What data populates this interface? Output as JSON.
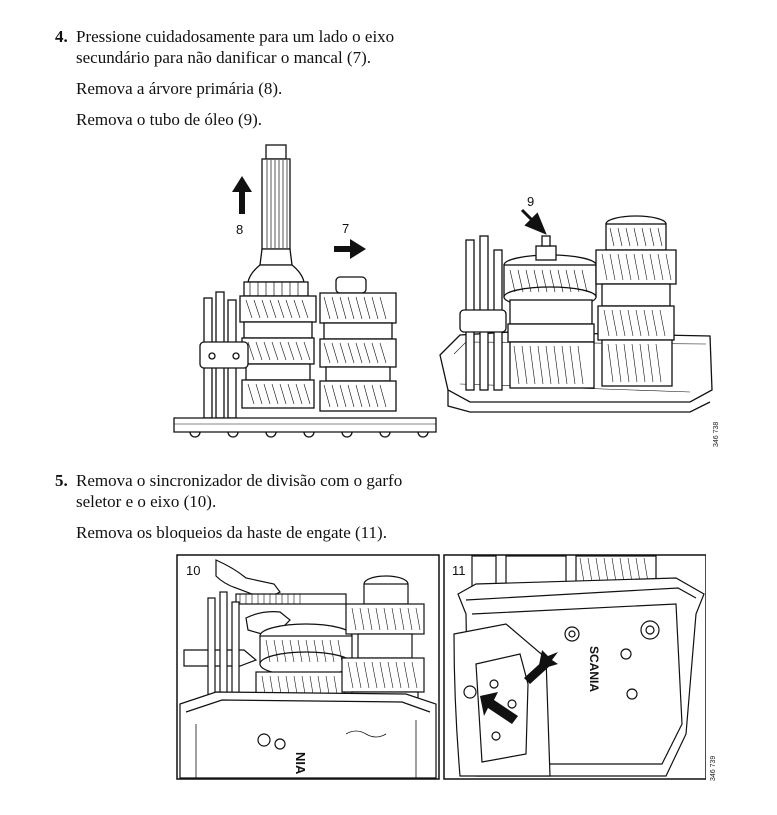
{
  "step4": {
    "number": "4.",
    "line1": "Pressione cuidadosamente para um lado o eixo",
    "line2": "secundário para não danificar o mancal (7).",
    "sub1": "Remova a árvore primária (8).",
    "sub2": "Remova o tubo de óleo (9)."
  },
  "figure1": {
    "label_8": "8",
    "label_7": "7",
    "label_9": "9",
    "ref": "346 738"
  },
  "step5": {
    "number": "5.",
    "line1": "Remova o sincronizador de divisão com o garfo",
    "line2": "seletor e o eixo (10).",
    "sub1": "Remova os bloqueios da haste de engate (11)."
  },
  "figure2": {
    "label_10": "10",
    "label_11": "11",
    "brand_left": "NIA",
    "brand_right": "SCANIA",
    "ref": "346 739"
  }
}
